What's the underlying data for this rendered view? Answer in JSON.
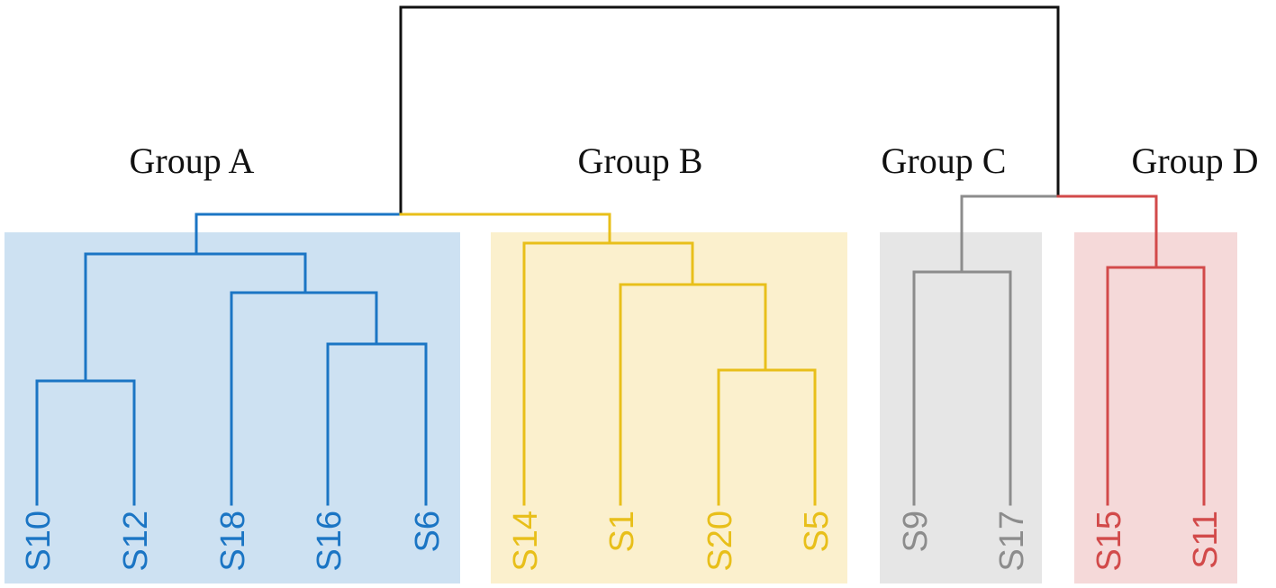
{
  "groups": [
    {
      "id": "A",
      "label": "Group A",
      "color": "#1b75c4",
      "background": "#cde1f2",
      "leaves": [
        "S10",
        "S12",
        "S18",
        "S16",
        "S6"
      ]
    },
    {
      "id": "B",
      "label": "Group B",
      "color": "#e8bf1a",
      "background": "#fbf0cd",
      "leaves": [
        "S14",
        "S1",
        "S20",
        "S5"
      ]
    },
    {
      "id": "C",
      "label": "Group C",
      "color": "#8c8c8c",
      "background": "#e6e6e6",
      "leaves": [
        "S9",
        "S17"
      ]
    },
    {
      "id": "D",
      "label": "Group D",
      "color": "#d24a4a",
      "background": "#f5d9d9",
      "leaves": [
        "S15",
        "S11"
      ]
    }
  ],
  "root_color": "#111111"
}
